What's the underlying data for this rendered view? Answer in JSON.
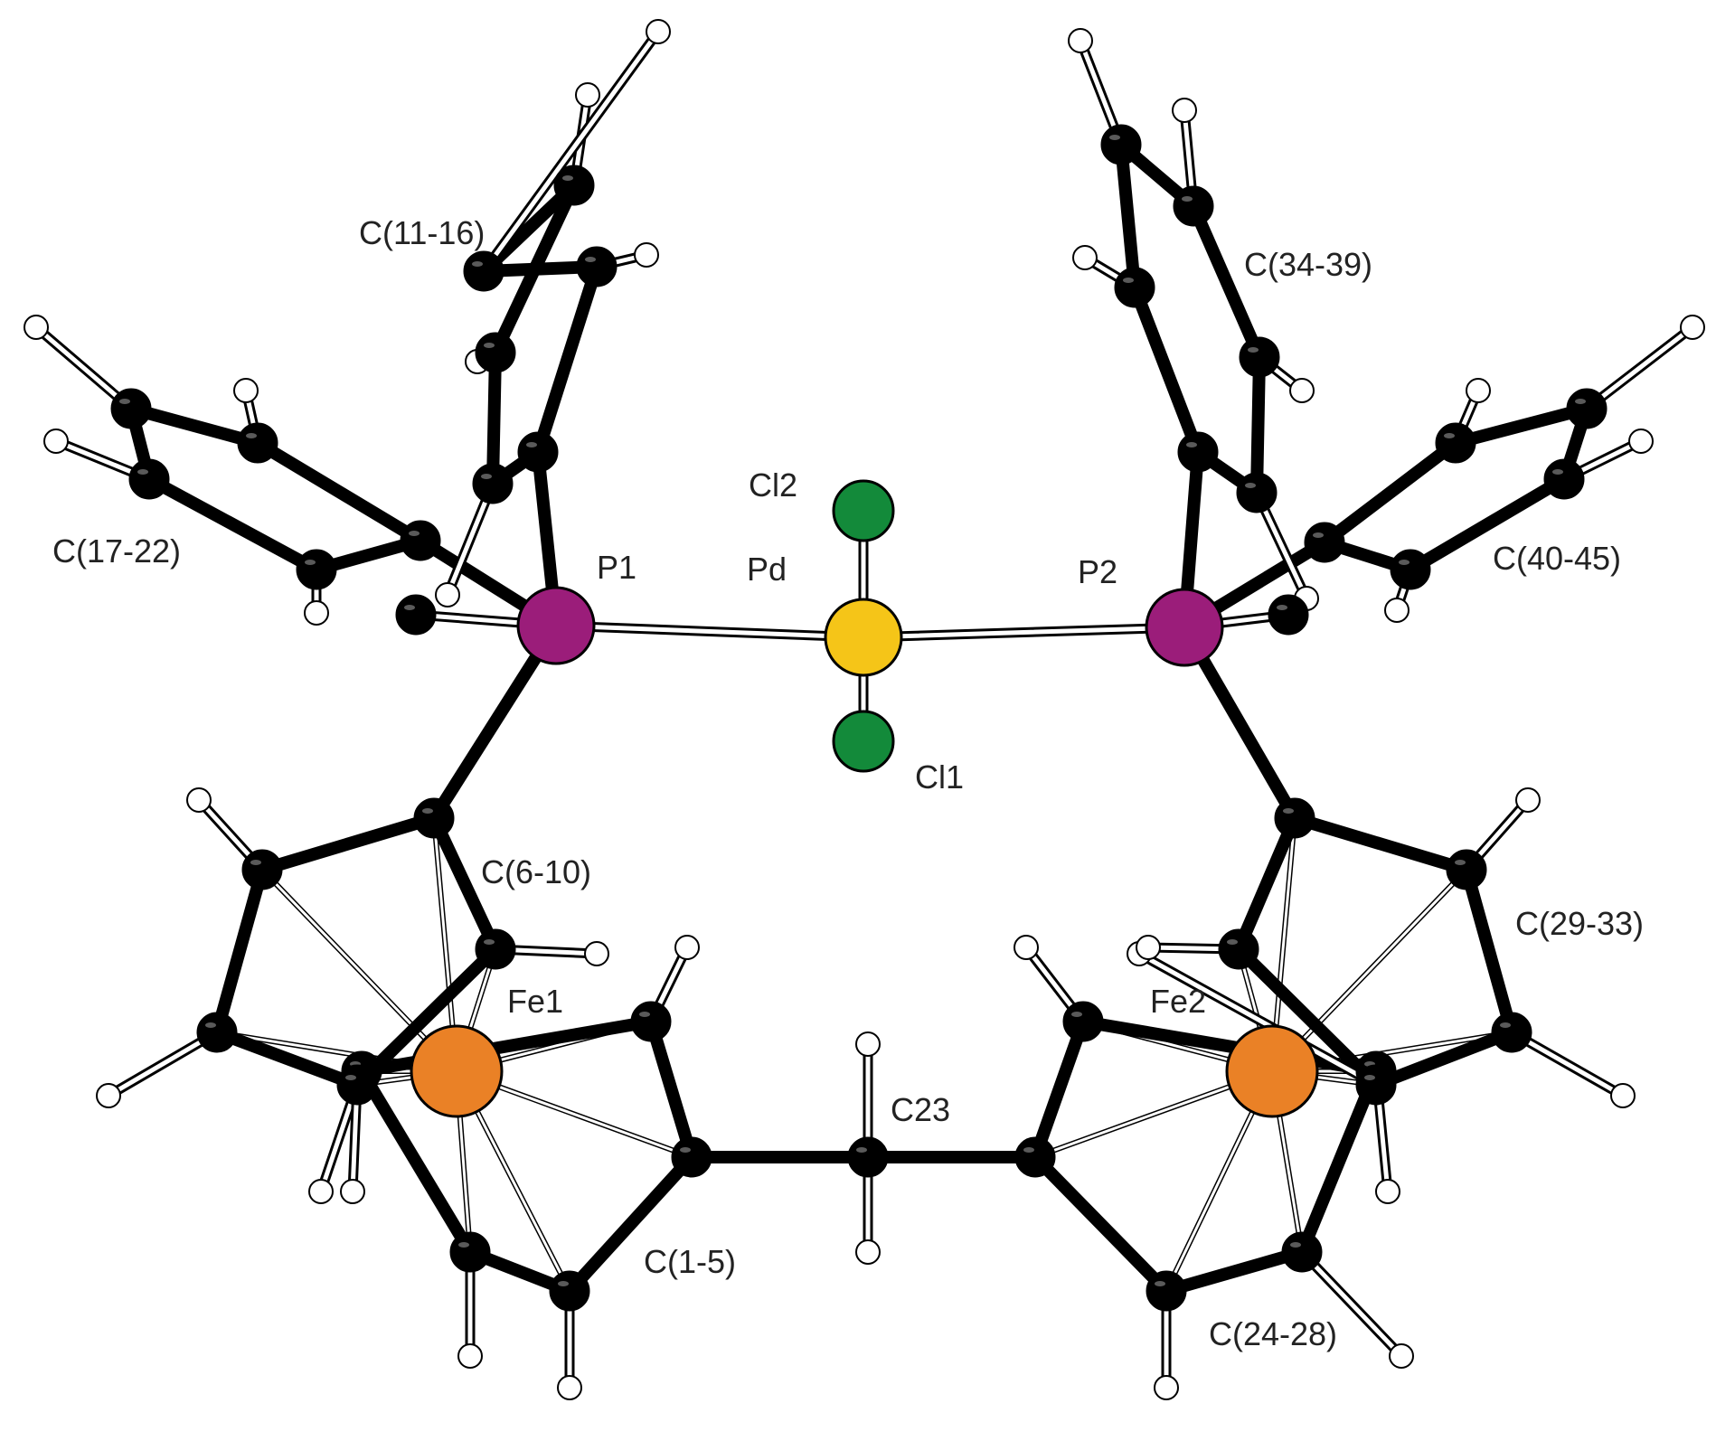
{
  "figure": {
    "labels": {
      "pd": "Pd",
      "cl1": "Cl1",
      "cl2": "Cl2",
      "p1": "P1",
      "p2": "P2",
      "fe1": "Fe1",
      "fe2": "Fe2",
      "c23": "C23",
      "c1_5": "C(1-5)",
      "c6_10": "C(6-10)",
      "c11_16": "C(11-16)",
      "c17_22": "C(17-22)",
      "c24_28": "C(24-28)",
      "c29_33": "C(29-33)",
      "c34_39": "C(34-39)",
      "c40_45": "C(40-45)"
    },
    "colors": {
      "carbon": "#000000",
      "hydrogen": "#ffffff",
      "palladium": "#f5c518",
      "chlorine": "#138a3a",
      "phosphorus": "#9b1d7a",
      "iron": "#ea8126",
      "label": "#222222"
    }
  }
}
